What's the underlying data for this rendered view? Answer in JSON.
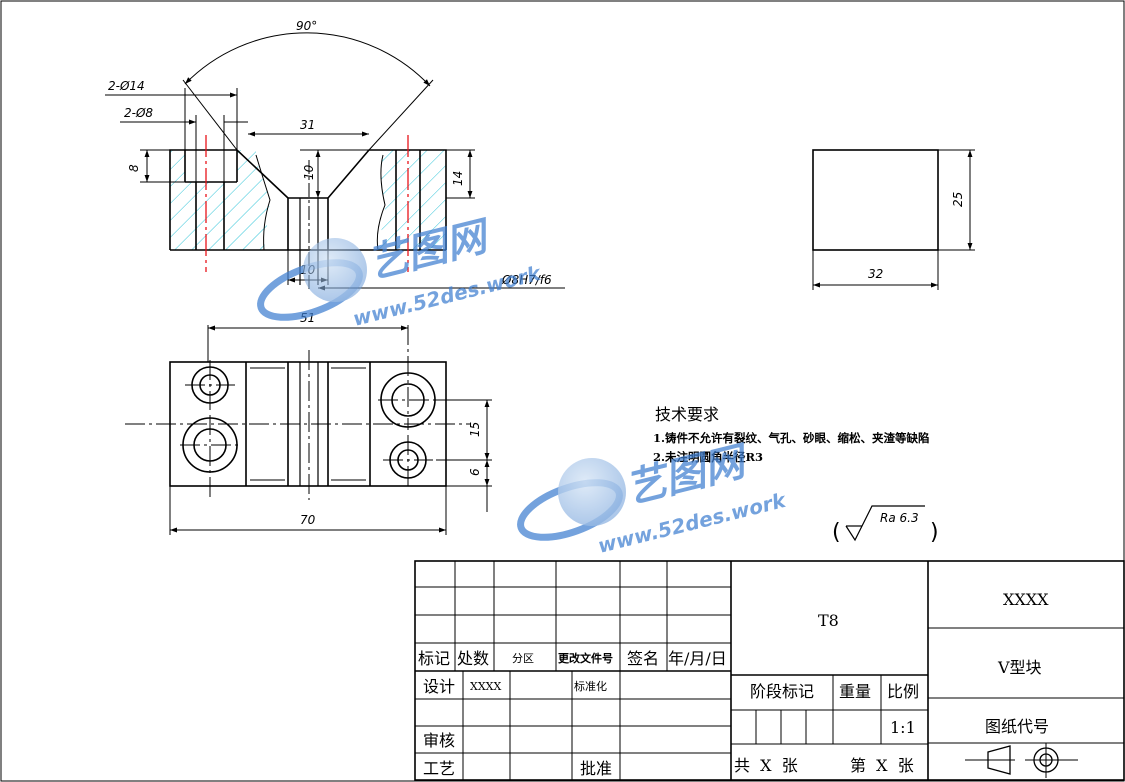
{
  "drawing": {
    "front_view": {
      "angle": "90°",
      "hole_counterbore": "2-Ø14",
      "hole_through": "2-Ø8",
      "top_width": "31",
      "depth_8": "8",
      "depth_10": "10",
      "height_14": "14",
      "bottom_width": "10",
      "fit": "Ø8H7/f6"
    },
    "side_view": {
      "height": "25",
      "width": "32"
    },
    "top_view": {
      "length": "70",
      "hole_spacing": "51",
      "offset_15": "15",
      "offset_6": "6"
    }
  },
  "notes": {
    "title": "技术要求",
    "items": [
      "1.铸件不允许有裂纹、气孔、砂眼、缩松、夹渣等缺陷",
      "2.未注明圆角半径R3"
    ]
  },
  "roughness": {
    "open": "(",
    "value": "Ra 6.3",
    "close": ")"
  },
  "watermarks": [
    {
      "cn": "艺图网",
      "url": "www.52des.work"
    },
    {
      "cn": "艺图网",
      "url": "www.52des.work"
    }
  ],
  "title_block": {
    "material": "T8",
    "company": "XXXX",
    "part_name": "V型块",
    "drawing_no_label": "图纸代号",
    "headers": {
      "mark": "标记",
      "count": "处数",
      "zone": "分区",
      "doc": "更改文件号",
      "sign": "签名",
      "date": "年/月/日"
    },
    "design": "设计",
    "designer": "XXXX",
    "standard": "标准化",
    "review": "审核",
    "craft": "工艺",
    "approve": "批准",
    "stage": "阶段标记",
    "weight": "重量",
    "scale_label": "比例",
    "scale": "1:1",
    "sheets": "共  X  张",
    "sheet_no": "第  X  张"
  },
  "colors": {
    "line": "#000000",
    "hatch": "#33c5d9",
    "center": "#e8141a",
    "watermark": "#3f7fd0"
  }
}
